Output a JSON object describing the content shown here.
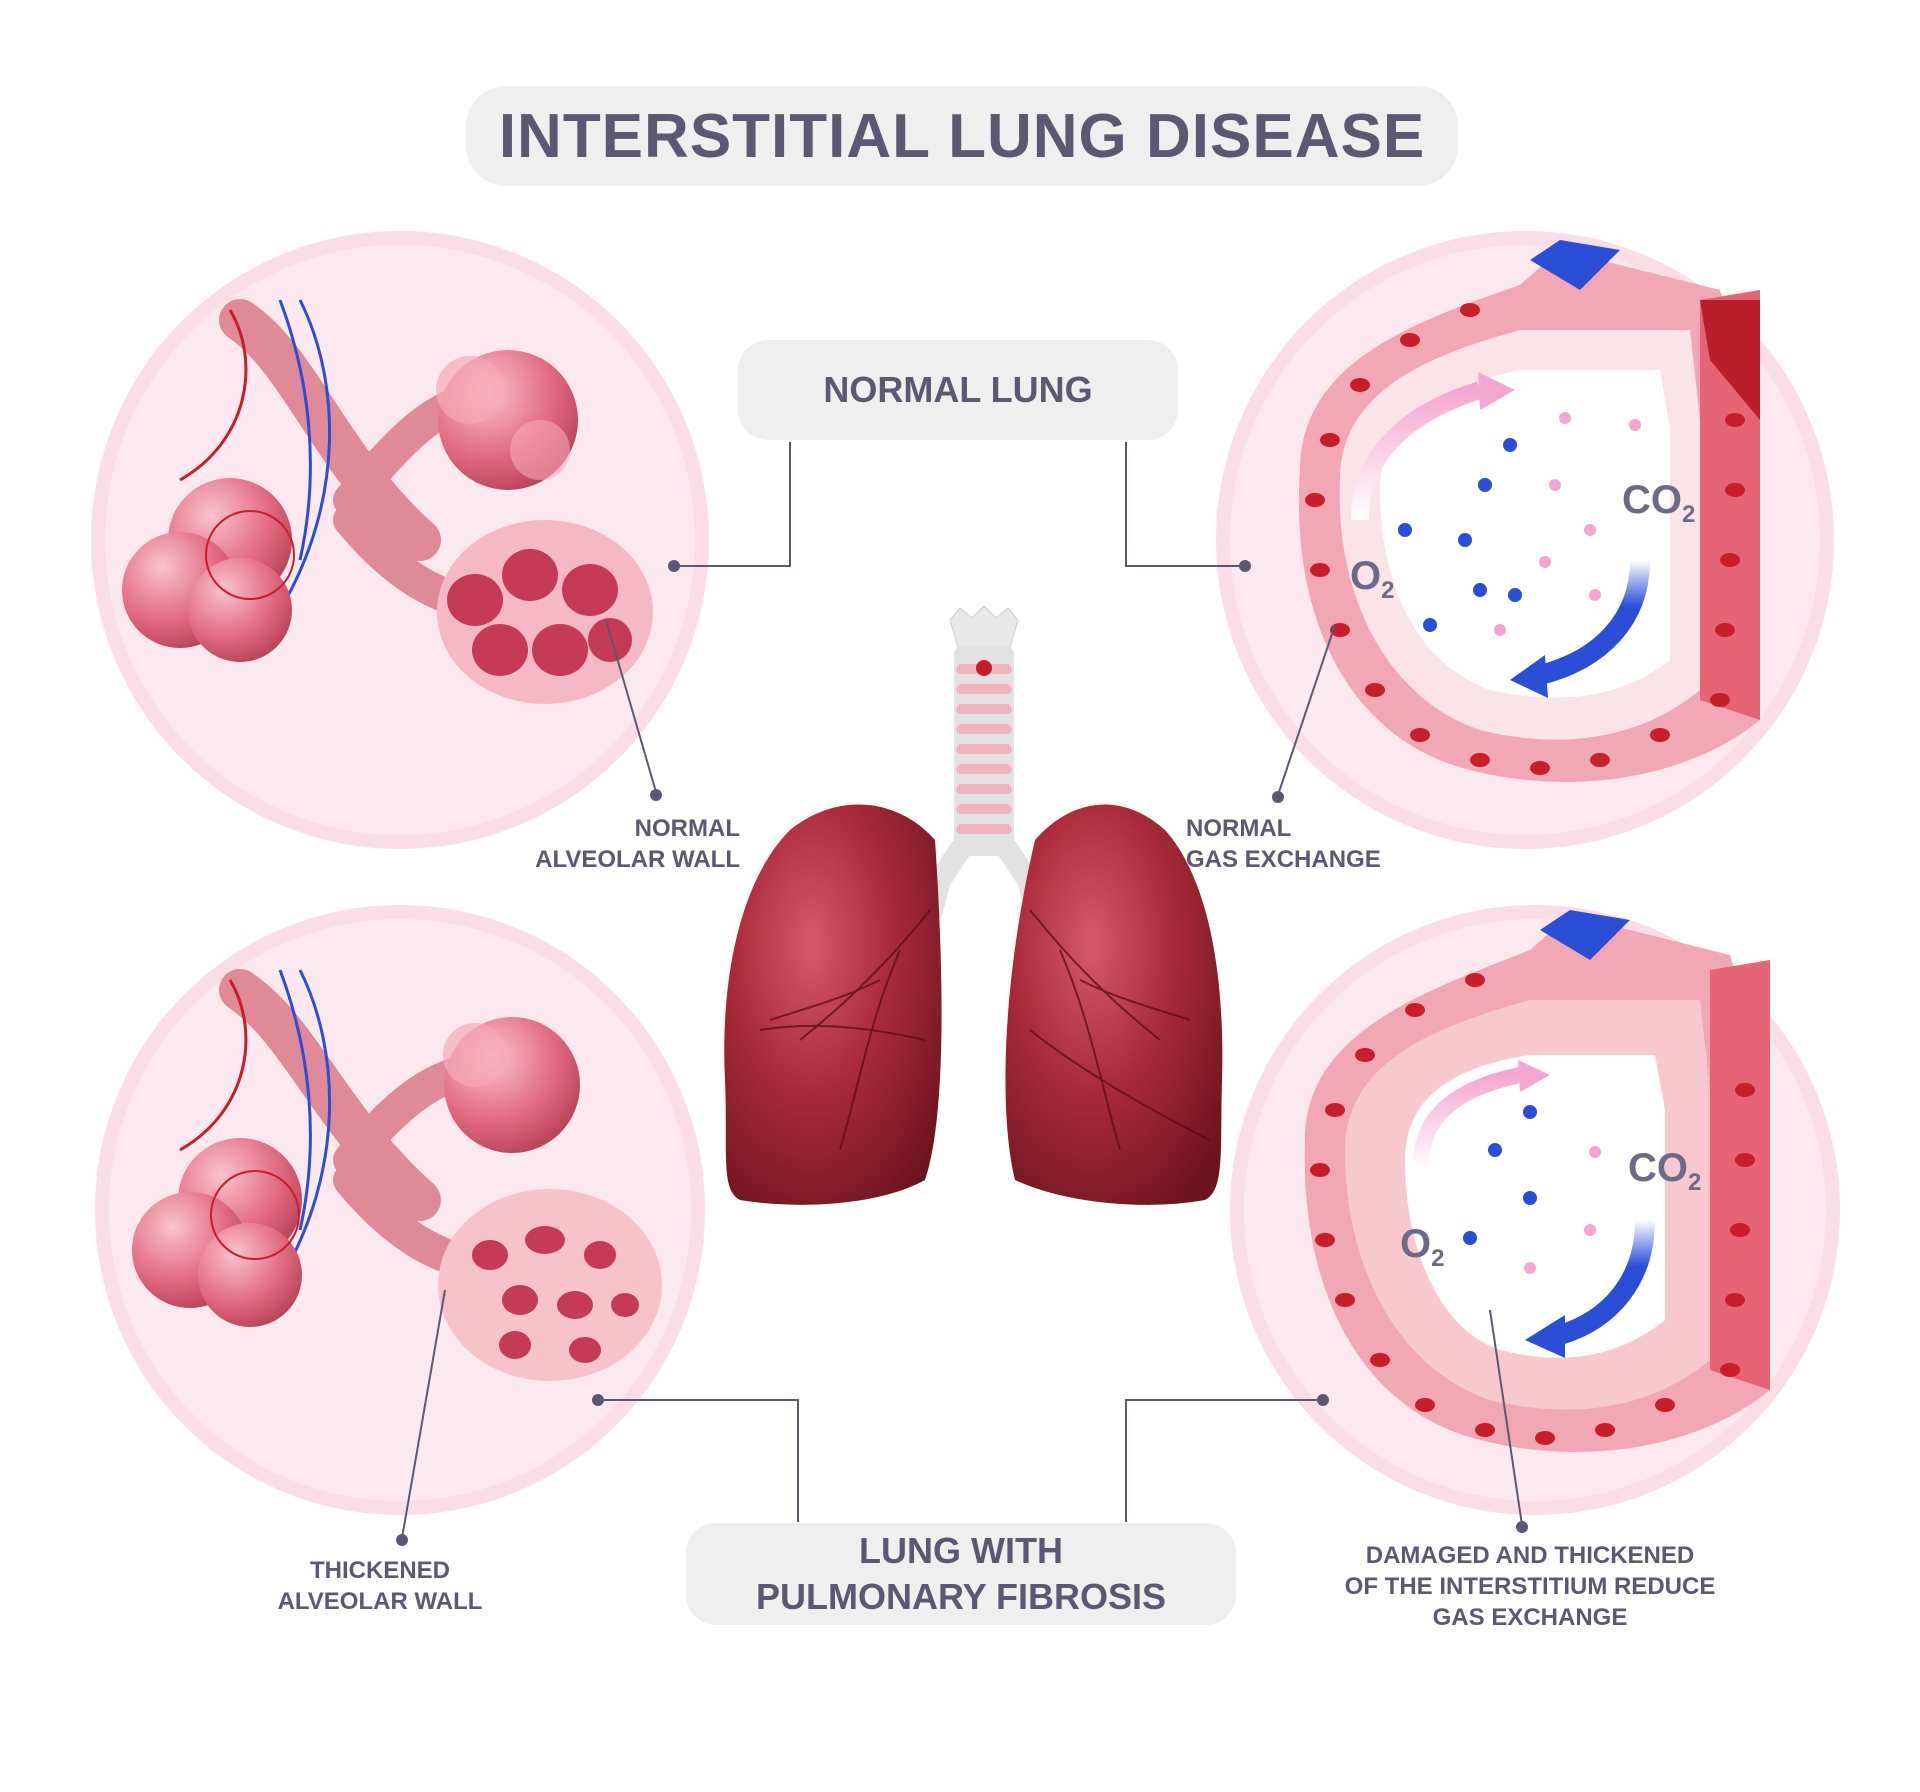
{
  "title": "INTERSTITIAL LUNG DISEASE",
  "normal_section": {
    "label": "NORMAL LUNG",
    "left_callout": [
      "NORMAL",
      "ALVEOLAR WALL"
    ],
    "right_callout": [
      "NORMAL",
      "GAS EXCHANGE"
    ]
  },
  "fibrosis_section": {
    "label_line1": "LUNG WITH",
    "label_line2": "PULMONARY FIBROSIS",
    "left_callout": [
      "THICKENED",
      "ALVEOLAR WALL"
    ],
    "right_callout": [
      "DAMAGED AND THICKENED",
      "OF THE INTERSTITIUM REDUCE",
      "GAS EXCHANGE"
    ]
  },
  "gas": {
    "o2": "O",
    "o2_sub": "2",
    "co2": "CO",
    "co2_sub": "2"
  },
  "colors": {
    "text": "#5c5873",
    "pill": "#efefef",
    "circle_bg": "#fce8ef",
    "lung": "#a32532",
    "oxygen_arrow": "#f4a6d2",
    "co2_arrow": "#2a4fd6"
  }
}
